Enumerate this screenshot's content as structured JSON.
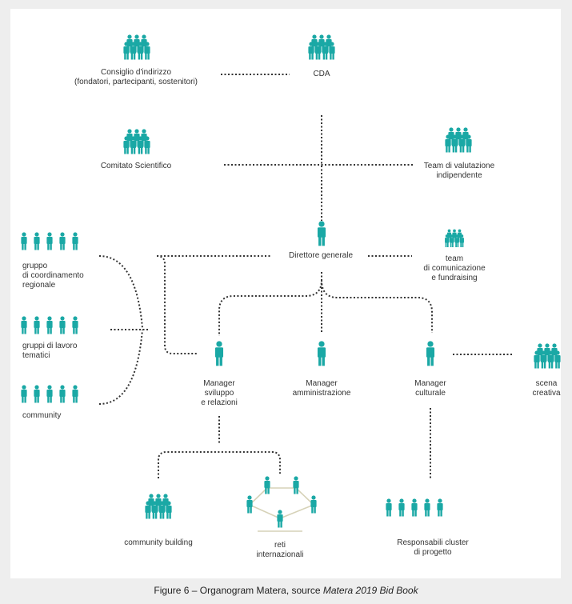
{
  "colors": {
    "person": "#1aa8a5",
    "connector": "#333333",
    "link": "#d6d2b8",
    "accent": "#c9c48f"
  },
  "nodes": {
    "consiglio": "Consiglio d'indirizzo\n(fondatori, partecipanti, sostenitori)",
    "cda": "CDA",
    "comitato": "Comitato Scientifico",
    "team_valutazione": "Team di valutazione",
    "team_valutazione_accent": "indipendente",
    "direttore": "Direttore generale",
    "team_comunicazione": "team\ndi comunicazione\ne fundraising",
    "gruppo_coordinamento": "gruppo\ndi coordinamento\nregionale",
    "gruppi_lavoro": "gruppi di lavoro\ntematici",
    "community": "community",
    "manager_sviluppo": "Manager\nsviluppo\ne relazioni",
    "manager_amministrazione": "Manager\namministrazione",
    "manager_culturale": "Manager\nculturale",
    "scena_creativa": "scena\ncreativa",
    "community_building": "community building",
    "reti_internazionali": "reti\ninternazionali",
    "responsabili_cluster": "Responsabili cluster\ndi progetto"
  },
  "caption": {
    "prefix": "Figure 6 – Organogram Matera, source ",
    "source": "Matera 2019 Bid Book"
  }
}
